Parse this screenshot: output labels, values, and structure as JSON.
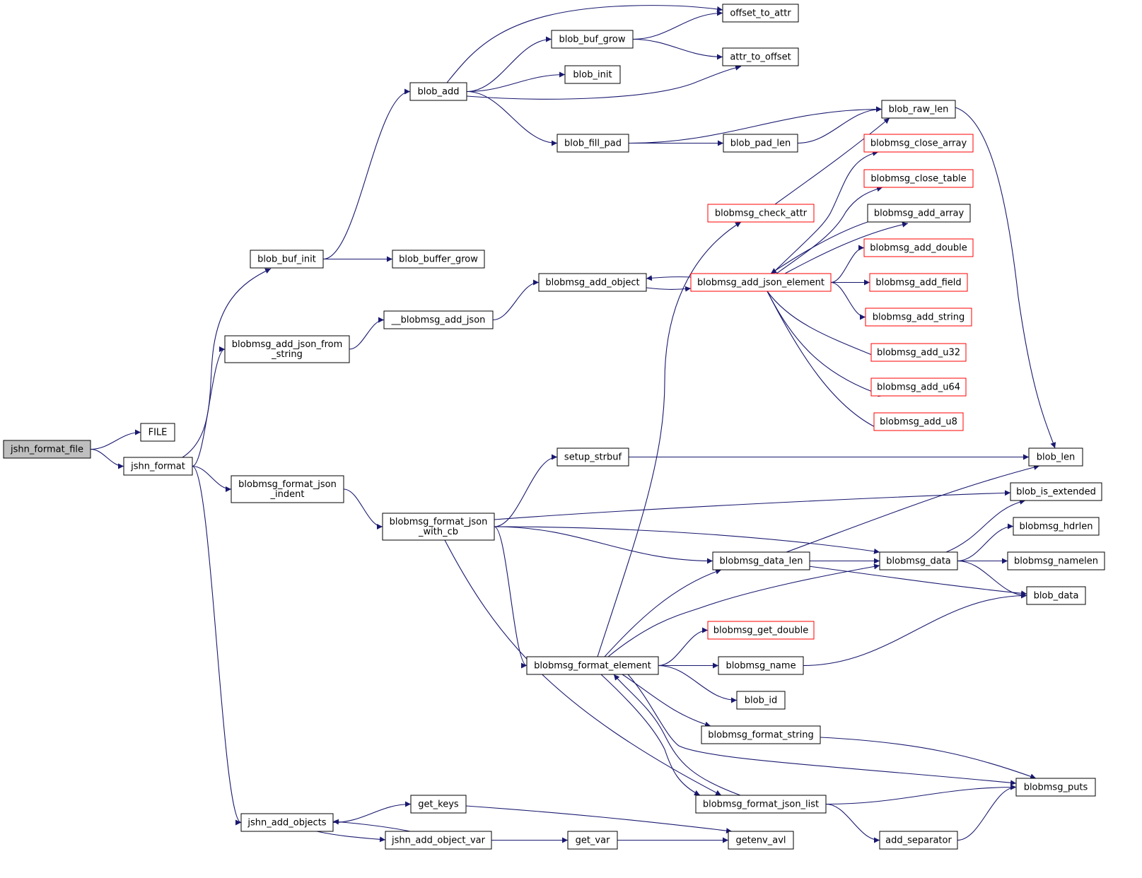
{
  "colors": {
    "edge": "#191970",
    "node_border": "#000000",
    "node_border_truncated": "#ff0000",
    "node_fill": "#ffffff",
    "root_fill": "#bfbfbf"
  },
  "nodes": [
    {
      "id": "jshn_format_file",
      "lines": [
        "jshn_format_file"
      ],
      "root": true
    },
    {
      "id": "FILE",
      "lines": [
        "FILE"
      ]
    },
    {
      "id": "jshn_format",
      "lines": [
        "jshn_format"
      ]
    },
    {
      "id": "blob_buf_init",
      "lines": [
        "blob_buf_init"
      ]
    },
    {
      "id": "blobmsg_add_json_from_string",
      "lines": [
        "blobmsg_add_json_from",
        "_string"
      ]
    },
    {
      "id": "blobmsg_format_json_indent",
      "lines": [
        "blobmsg_format_json",
        "_indent"
      ]
    },
    {
      "id": "jshn_add_objects",
      "lines": [
        "jshn_add_objects"
      ]
    },
    {
      "id": "blob_add",
      "lines": [
        "blob_add"
      ]
    },
    {
      "id": "blob_buffer_grow",
      "lines": [
        "blob_buffer_grow"
      ]
    },
    {
      "id": "__blobmsg_add_json",
      "lines": [
        "__blobmsg_add_json"
      ]
    },
    {
      "id": "blobmsg_format_json_with_cb",
      "lines": [
        "blobmsg_format_json",
        "_with_cb"
      ]
    },
    {
      "id": "get_keys",
      "lines": [
        "get_keys"
      ]
    },
    {
      "id": "jshn_add_object_var",
      "lines": [
        "jshn_add_object_var"
      ]
    },
    {
      "id": "blob_buf_grow",
      "lines": [
        "blob_buf_grow"
      ]
    },
    {
      "id": "blob_init",
      "lines": [
        "blob_init"
      ]
    },
    {
      "id": "blob_fill_pad",
      "lines": [
        "blob_fill_pad"
      ]
    },
    {
      "id": "blobmsg_add_object",
      "lines": [
        "blobmsg_add_object"
      ]
    },
    {
      "id": "setup_strbuf",
      "lines": [
        "setup_strbuf"
      ]
    },
    {
      "id": "blobmsg_format_element",
      "lines": [
        "blobmsg_format_element"
      ]
    },
    {
      "id": "get_var",
      "lines": [
        "get_var"
      ]
    },
    {
      "id": "offset_to_attr",
      "lines": [
        "offset_to_attr"
      ]
    },
    {
      "id": "attr_to_offset",
      "lines": [
        "attr_to_offset"
      ]
    },
    {
      "id": "blob_pad_len",
      "lines": [
        "blob_pad_len"
      ]
    },
    {
      "id": "blobmsg_check_attr",
      "lines": [
        "blobmsg_check_attr"
      ],
      "truncated": true
    },
    {
      "id": "blobmsg_add_json_element",
      "lines": [
        "blobmsg_add_json_element"
      ],
      "truncated": true
    },
    {
      "id": "blobmsg_data_len",
      "lines": [
        "blobmsg_data_len"
      ]
    },
    {
      "id": "blobmsg_get_double",
      "lines": [
        "blobmsg_get_double"
      ],
      "truncated": true
    },
    {
      "id": "blobmsg_name",
      "lines": [
        "blobmsg_name"
      ]
    },
    {
      "id": "blob_id",
      "lines": [
        "blob_id"
      ]
    },
    {
      "id": "blobmsg_format_string",
      "lines": [
        "blobmsg_format_string"
      ]
    },
    {
      "id": "blobmsg_format_json_list",
      "lines": [
        "blobmsg_format_json_list"
      ]
    },
    {
      "id": "getenv_avl",
      "lines": [
        "getenv_avl"
      ]
    },
    {
      "id": "blob_raw_len",
      "lines": [
        "blob_raw_len"
      ]
    },
    {
      "id": "blobmsg_close_array",
      "lines": [
        "blobmsg_close_array"
      ],
      "truncated": true
    },
    {
      "id": "blobmsg_close_table",
      "lines": [
        "blobmsg_close_table"
      ],
      "truncated": true
    },
    {
      "id": "blobmsg_add_array",
      "lines": [
        "blobmsg_add_array"
      ]
    },
    {
      "id": "blobmsg_add_double",
      "lines": [
        "blobmsg_add_double"
      ],
      "truncated": true
    },
    {
      "id": "blobmsg_add_field",
      "lines": [
        "blobmsg_add_field"
      ],
      "truncated": true
    },
    {
      "id": "blobmsg_add_string",
      "lines": [
        "blobmsg_add_string"
      ],
      "truncated": true
    },
    {
      "id": "blobmsg_add_u32",
      "lines": [
        "blobmsg_add_u32"
      ],
      "truncated": true
    },
    {
      "id": "blobmsg_add_u64",
      "lines": [
        "blobmsg_add_u64"
      ],
      "truncated": true
    },
    {
      "id": "blobmsg_add_u8",
      "lines": [
        "blobmsg_add_u8"
      ],
      "truncated": true
    },
    {
      "id": "blobmsg_data",
      "lines": [
        "blobmsg_data"
      ]
    },
    {
      "id": "add_separator",
      "lines": [
        "add_separator"
      ]
    },
    {
      "id": "blob_len",
      "lines": [
        "blob_len"
      ]
    },
    {
      "id": "blob_is_extended",
      "lines": [
        "blob_is_extended"
      ]
    },
    {
      "id": "blobmsg_hdrlen",
      "lines": [
        "blobmsg_hdrlen"
      ]
    },
    {
      "id": "blobmsg_namelen",
      "lines": [
        "blobmsg_namelen"
      ]
    },
    {
      "id": "blob_data",
      "lines": [
        "blob_data"
      ]
    },
    {
      "id": "blobmsg_puts",
      "lines": [
        "blobmsg_puts"
      ]
    }
  ],
  "edges": [
    {
      "from": "jshn_format_file",
      "to": "FILE"
    },
    {
      "from": "jshn_format_file",
      "to": "jshn_format"
    },
    {
      "from": "jshn_format",
      "to": "blob_buf_init"
    },
    {
      "from": "jshn_format",
      "to": "blobmsg_add_json_from_string"
    },
    {
      "from": "jshn_format",
      "to": "blobmsg_format_json_indent"
    },
    {
      "from": "jshn_format",
      "to": "jshn_add_objects"
    },
    {
      "from": "blob_buf_init",
      "to": "blob_add"
    },
    {
      "from": "blob_buf_init",
      "to": "blob_buffer_grow"
    },
    {
      "from": "blobmsg_add_json_from_string",
      "to": "__blobmsg_add_json"
    },
    {
      "from": "blobmsg_format_json_indent",
      "to": "blobmsg_format_json_with_cb"
    },
    {
      "from": "jshn_add_objects",
      "to": "get_keys"
    },
    {
      "from": "jshn_add_objects",
      "to": "jshn_add_object_var"
    },
    {
      "from": "jshn_add_object_var",
      "to": "jshn_add_objects"
    },
    {
      "from": "jshn_add_object_var",
      "to": "get_var"
    },
    {
      "from": "get_keys",
      "to": "getenv_avl"
    },
    {
      "from": "get_var",
      "to": "getenv_avl"
    },
    {
      "from": "blob_add",
      "to": "offset_to_attr"
    },
    {
      "from": "blob_add",
      "to": "blob_buf_grow"
    },
    {
      "from": "blob_add",
      "to": "blob_init"
    },
    {
      "from": "blob_add",
      "to": "attr_to_offset"
    },
    {
      "from": "blob_add",
      "to": "blob_fill_pad"
    },
    {
      "from": "blob_buf_grow",
      "to": "offset_to_attr"
    },
    {
      "from": "blob_buf_grow",
      "to": "attr_to_offset"
    },
    {
      "from": "blob_fill_pad",
      "to": "blob_raw_len"
    },
    {
      "from": "blob_fill_pad",
      "to": "blob_pad_len"
    },
    {
      "from": "blob_pad_len",
      "to": "blob_raw_len"
    },
    {
      "from": "blob_raw_len",
      "to": "blob_len"
    },
    {
      "from": "__blobmsg_add_json",
      "to": "blobmsg_add_object"
    },
    {
      "from": "blobmsg_add_object",
      "to": "blobmsg_add_json_element"
    },
    {
      "from": "blobmsg_add_json_element",
      "to": "blobmsg_add_object"
    },
    {
      "from": "blobmsg_add_json_element",
      "to": "blobmsg_close_array"
    },
    {
      "from": "blobmsg_add_json_element",
      "to": "blobmsg_close_table"
    },
    {
      "from": "blobmsg_add_json_element",
      "to": "blobmsg_add_array"
    },
    {
      "from": "blobmsg_add_json_element",
      "to": "blobmsg_add_double"
    },
    {
      "from": "blobmsg_add_json_element",
      "to": "blobmsg_add_field"
    },
    {
      "from": "blobmsg_add_json_element",
      "to": "blobmsg_add_string"
    },
    {
      "from": "blobmsg_add_json_element",
      "to": "blobmsg_add_u32"
    },
    {
      "from": "blobmsg_add_json_element",
      "to": "blobmsg_add_u64"
    },
    {
      "from": "blobmsg_add_json_element",
      "to": "blobmsg_add_u8"
    },
    {
      "from": "blobmsg_add_array",
      "to": "blobmsg_add_json_element"
    },
    {
      "from": "blobmsg_check_attr",
      "to": "blob_raw_len"
    },
    {
      "from": "blobmsg_format_json_with_cb",
      "to": "setup_strbuf"
    },
    {
      "from": "blobmsg_format_json_with_cb",
      "to": "blob_is_extended"
    },
    {
      "from": "blobmsg_format_json_with_cb",
      "to": "blobmsg_data"
    },
    {
      "from": "blobmsg_format_json_with_cb",
      "to": "blobmsg_data_len"
    },
    {
      "from": "blobmsg_format_json_with_cb",
      "to": "blobmsg_format_element"
    },
    {
      "from": "blobmsg_format_json_with_cb",
      "to": "blobmsg_format_json_list"
    },
    {
      "from": "setup_strbuf",
      "to": "blob_len"
    },
    {
      "from": "blobmsg_format_element",
      "to": "blobmsg_check_attr"
    },
    {
      "from": "blobmsg_format_element",
      "to": "blobmsg_data_len"
    },
    {
      "from": "blobmsg_format_element",
      "to": "blobmsg_data"
    },
    {
      "from": "blobmsg_format_element",
      "to": "blobmsg_get_double"
    },
    {
      "from": "blobmsg_format_element",
      "to": "blobmsg_name"
    },
    {
      "from": "blobmsg_format_element",
      "to": "blob_id"
    },
    {
      "from": "blobmsg_format_element",
      "to": "blobmsg_format_string"
    },
    {
      "from": "blobmsg_format_element",
      "to": "blobmsg_puts"
    },
    {
      "from": "blobmsg_format_element",
      "to": "blobmsg_format_json_list"
    },
    {
      "from": "blobmsg_format_json_list",
      "to": "blobmsg_format_element"
    },
    {
      "from": "blobmsg_format_json_list",
      "to": "blobmsg_puts"
    },
    {
      "from": "blobmsg_format_json_list",
      "to": "add_separator"
    },
    {
      "from": "blobmsg_data_len",
      "to": "blob_len"
    },
    {
      "from": "blobmsg_data_len",
      "to": "blobmsg_data"
    },
    {
      "from": "blobmsg_data_len",
      "to": "blob_data"
    },
    {
      "from": "blobmsg_data",
      "to": "blob_is_extended"
    },
    {
      "from": "blobmsg_data",
      "to": "blobmsg_hdrlen"
    },
    {
      "from": "blobmsg_data",
      "to": "blobmsg_namelen"
    },
    {
      "from": "blobmsg_data",
      "to": "blob_data"
    },
    {
      "from": "blobmsg_name",
      "to": "blob_data"
    },
    {
      "from": "blobmsg_format_string",
      "to": "blobmsg_puts"
    },
    {
      "from": "add_separator",
      "to": "blobmsg_puts"
    }
  ]
}
